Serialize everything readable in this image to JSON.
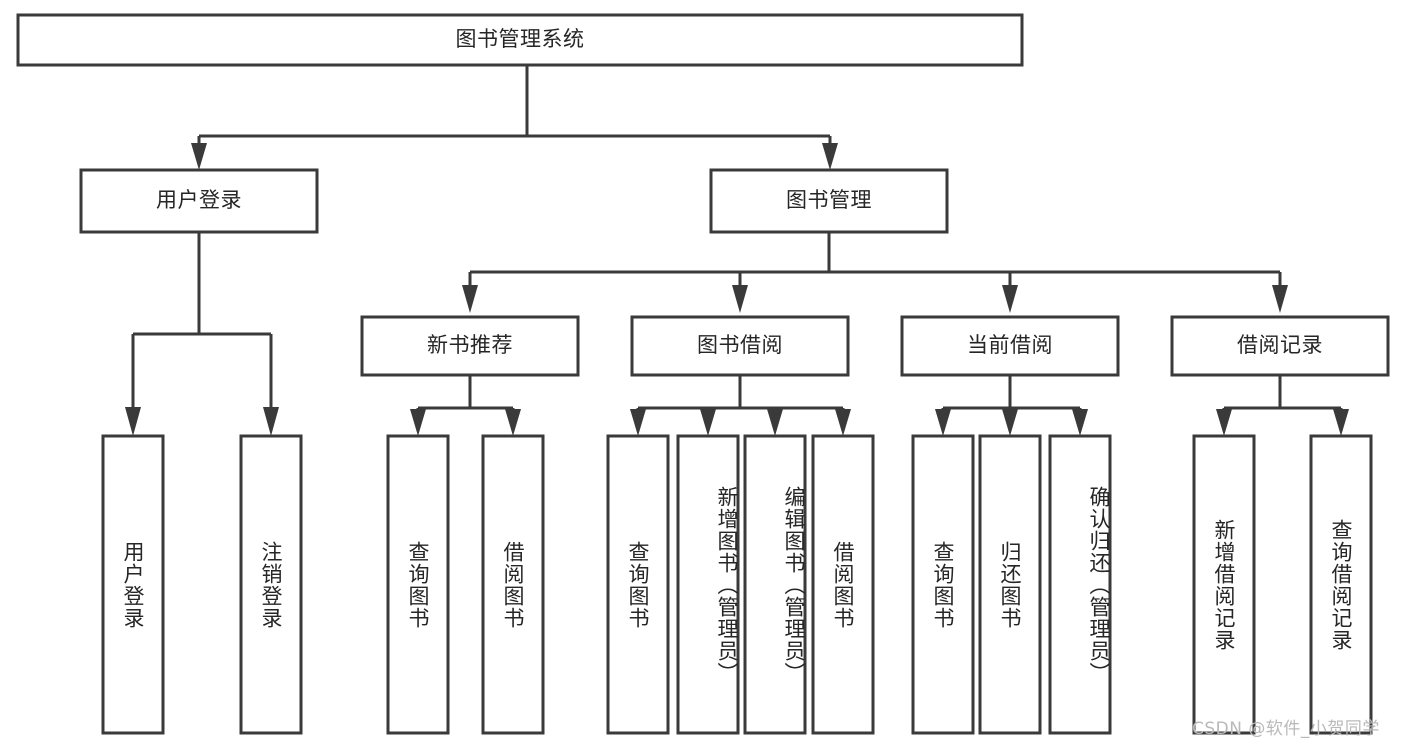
{
  "diagram": {
    "title": "图书管理系统",
    "type": "tree-hierarchy",
    "watermark": "CSDN @软件_小贺同学",
    "colors": {
      "stroke": "#3a3a3a",
      "background": "#ffffff",
      "text": "#262626",
      "watermark": "#b9b9b9"
    },
    "root": {
      "label": "图书管理系统"
    },
    "level2": [
      {
        "label": "用户登录"
      },
      {
        "label": "图书管理"
      }
    ],
    "user_login_children": [
      {
        "label": "用户登录"
      },
      {
        "label": "注销登录"
      }
    ],
    "book_manage_children": [
      {
        "label": "新书推荐"
      },
      {
        "label": "图书借阅"
      },
      {
        "label": "当前借阅"
      },
      {
        "label": "借阅记录"
      }
    ],
    "new_book_children": [
      {
        "label": "查询图书"
      },
      {
        "label": "借阅图书"
      }
    ],
    "borrow_children": [
      {
        "label": "查询图书"
      },
      {
        "label": "新增图书（管理员）"
      },
      {
        "label": "编辑图书（管理员）"
      },
      {
        "label": "借阅图书"
      }
    ],
    "current_borrow_children": [
      {
        "label": "查询图书"
      },
      {
        "label": "归还图书"
      },
      {
        "label": "确认归还（管理员）"
      }
    ],
    "record_children": [
      {
        "label": "新增借阅记录"
      },
      {
        "label": "查询借阅记录"
      }
    ]
  }
}
